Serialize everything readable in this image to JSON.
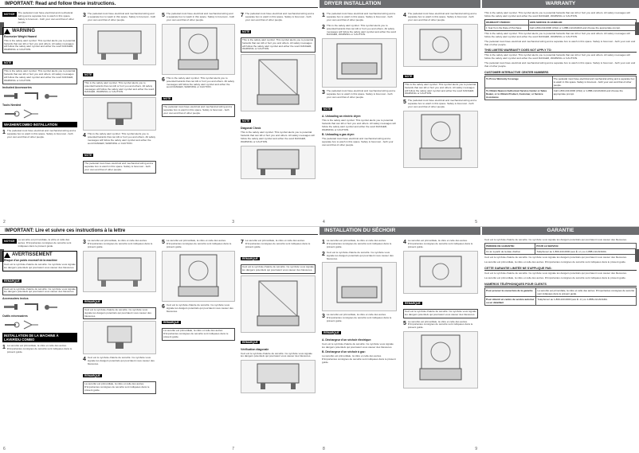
{
  "top": {
    "banner_important": "IMPORTANT: Read and follow these instructions.",
    "banner_dryer": "DRYER INSTALLATION",
    "banner_warranty": "WARRANTY",
    "notice_label": "NOTICE",
    "warning_label": "WARNING",
    "warning_sub": "Excessive Weight Hazard",
    "included_accessories": "Included Accessories",
    "tools_needed": "Tools Needed",
    "washer_combo": "WASHER/COMBO INSTALLATION",
    "unloading_electric": "A. Unloading an electric dryer:",
    "unloading_gas": "B. Unloading a gas dryer:",
    "note_label": "NOTE",
    "diagonal_check": "Diagonal Check",
    "warranty_period_label": "WARRANTY PERIOD:",
    "how_service_label": "HOW SERVICE IS HANDLED:",
    "warranty_row1_a": "1 Year from the Date of Purchase",
    "warranty_row1_b": "Call 1-800-243-0000 (USA) or 1-888-LGCANADA and choose the appropriate prompt.",
    "not_covered": "THIS LIMITED WARRANTY DOES NOT APPLY TO:",
    "customer_info": "CUSTOMER INTERACTIVE CENTER NUMBERS",
    "purchase_coverage": "To Prove Warranty Coverage",
    "nearest_service": "To Obtain Nearest Authorized Service Center or Sales Dealer, or to Obtain Product, Customer, or Service Assistance",
    "page_nums": [
      "2",
      "3",
      "4",
      "5"
    ],
    "intro_text": "The pedestal must have electrical and mechanical wiring and a separate box to wash in this space. Safety is foremost - both your own and that of other people.",
    "body_text": "This is the safety alert symbol. This symbol alerts you to potential hazards that can kill or hurt you and others. All safety messages will follow the safety alert symbol and either the word DANGER, WARNING or CAUTION."
  },
  "bottom": {
    "banner_important": "IMPORTANT: Lire et suivre ces instructions à la lettre",
    "banner_dryer": "INSTALLATION DU SÉCHOIR",
    "banner_warranty": "GARANTIE",
    "notice_label": "NOTICE",
    "warning_label": "AVERTISSEMENT",
    "warning_sub": "Risque d'un poids excessif de la machine",
    "included_accessories": "Accessoires inclus",
    "tools_needed": "Outils nécessaires",
    "washer_combo": "INSTALLATION DE LA MACHINE À LAVER/DU COMBO",
    "unloading_electric": "A. Déchargeur d'un séchoir électrique:",
    "unloading_gas": "B. Déchargeur d'un séchoir à gaz:",
    "note_label": "REMARQUE",
    "diagonal_check": "Vérification diagonale",
    "warranty_period_label": "PÉRIODE DE GARANTIE:",
    "how_service_label": "POUR LE SERVICE:",
    "warranty_row1_a": "Un an à partir de la date d'achat",
    "warranty_row1_b": "Téléphonez au 1-800-243-0000 (aux É.-U.) ou 1-888-LGCANADA.",
    "not_covered": "CETTE GARANTIE LIMITÉE NE S'APPLIQUE PAS:",
    "customer_info": "NUMÉROS TÉLÉPHONIQUES POUR CLIENTS",
    "purchase_coverage": "Pour prouver la couverture de la garantie",
    "nearest_service": "Pour obtenir un centre de service autorisé ou un détaillant",
    "page_nums": [
      "6",
      "7",
      "8",
      "9"
    ],
    "intro_text": "La sécurité est primordiale, la vôtre et celle des autres. D'importantes consignes de sécurité sont indiquées dans le présent guide.",
    "body_text": "Ceci est le symbole d'alerte de sécurité. Ce symbole vous signale les dangers potentiels qui pourraient vous causer des blessures."
  }
}
